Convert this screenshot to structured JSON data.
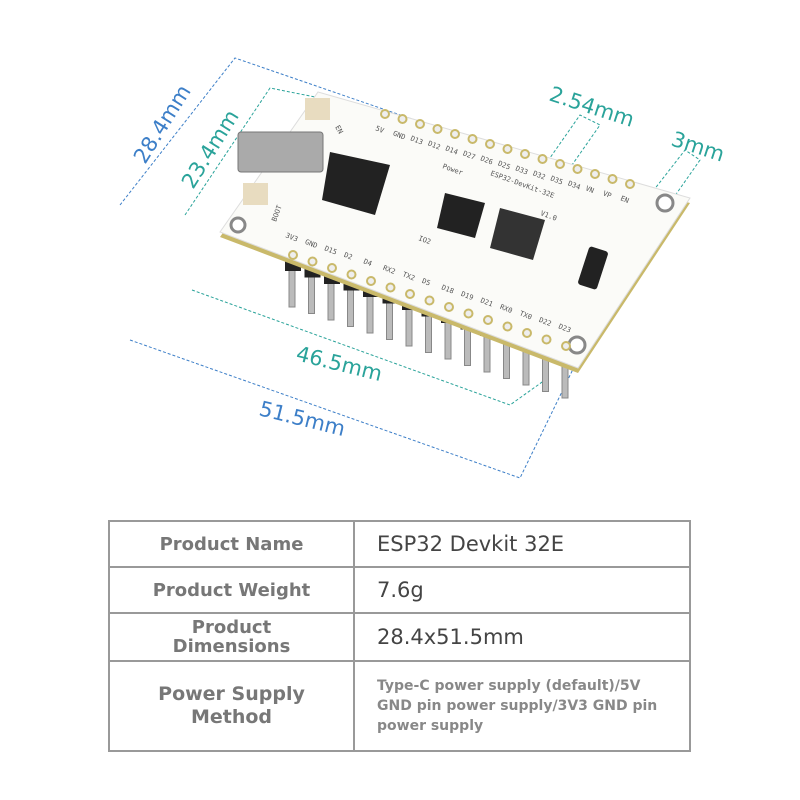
{
  "dimensions": {
    "width_outer": "28.4mm",
    "width_inner": "23.4mm",
    "pitch": "2.54mm",
    "hole": "3mm",
    "length_inner": "46.5mm",
    "length_outer": "51.5mm"
  },
  "board": {
    "title": "ESP32-DevKit-32E",
    "version": "V1.0",
    "power": "Power",
    "io2": "IO2",
    "boot": "BOOT",
    "en": "EN",
    "top_pins": [
      "5V",
      "GND",
      "D13",
      "D12",
      "D14",
      "D27",
      "D26",
      "D25",
      "D33",
      "D32",
      "D35",
      "D34",
      "VN",
      "VP",
      "EN"
    ],
    "bottom_pins": [
      "3V3",
      "GND",
      "D15",
      "D2",
      "D4",
      "RX2",
      "TX2",
      "D5",
      "D18",
      "D19",
      "D21",
      "RX0",
      "TX0",
      "D22",
      "D23"
    ],
    "colors": {
      "pcb": "#fbfbf8",
      "edge": "#c9b96a",
      "dim_blue": "#3d7fc8",
      "dim_teal": "#2aa39a"
    }
  },
  "specs": [
    {
      "label": "Product Name",
      "value": "ESP32 Devkit 32E"
    },
    {
      "label": "Product Weight",
      "value": "7.6g"
    },
    {
      "label": "Product Dimensions",
      "value": "28.4x51.5mm"
    },
    {
      "label": "Power Supply Method",
      "value": "Type-C power supply (default)/5V GND pin power supply/3V3 GND pin power supply"
    }
  ]
}
